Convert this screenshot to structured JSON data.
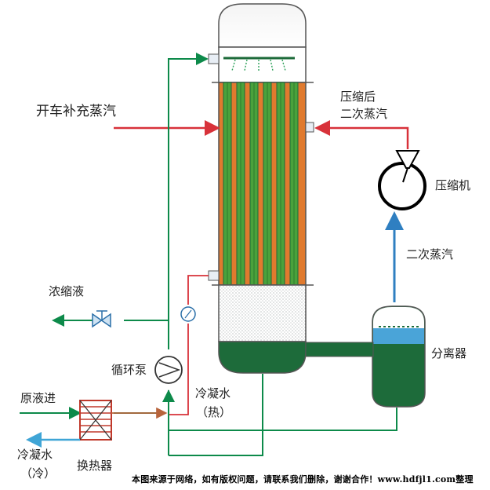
{
  "labels": {
    "startup_steam": "开车补充蒸汽",
    "compressed_line1": "压缩后",
    "compressed_line2": "二次蒸汽",
    "compressor": "压缩机",
    "secondary_steam": "二次蒸汽",
    "concentrate": "浓缩液",
    "separator": "分离器",
    "circ_pump": "循环泵",
    "condensate_hot_line1": "冷凝水",
    "condensate_hot_line2": "（热）",
    "feed_in": "原液进",
    "condensate_cold_line1": "冷凝水",
    "condensate_cold_line2": "（冷）",
    "heat_exchanger": "换热器"
  },
  "footer": "本图来源于网络，如有版权问题，请联系我们删除，谢谢合作！www.hdfjl1.com整理",
  "colors": {
    "steam_red": "#d8323a",
    "vapor_blue": "#2f7fc1",
    "liquid_green": "#1d6b3a",
    "flow_green": "#0d8a4a",
    "tube_orange": "#e07a2e",
    "tube_green": "#4aa23c",
    "feed_line": "#b8643c",
    "cold_water": "#3fa5d6",
    "shell_outline": "#555555"
  }
}
